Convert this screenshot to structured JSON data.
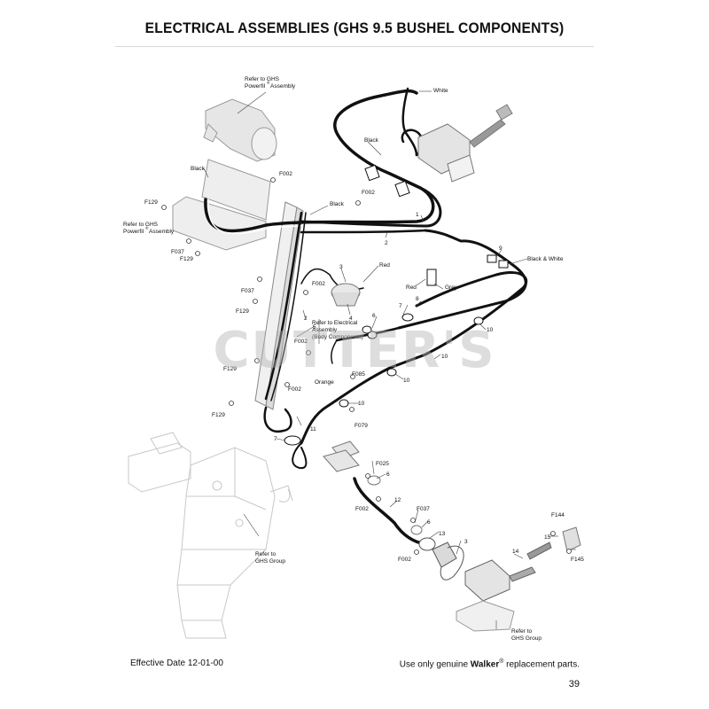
{
  "page": {
    "title": "ELECTRICAL ASSEMBLIES (GHS 9.5 BUSHEL COMPONENTS)",
    "effective_date": "Effective Date 12-01-00",
    "notice_prefix": "Use only genuine ",
    "notice_brand": "Walker",
    "notice_mark": "®",
    "notice_suffix": " replacement parts.",
    "page_number": "39",
    "watermark": "CUTTER'S"
  },
  "diagram": {
    "refer_powerfil_top_1": "Refer to GHS",
    "refer_powerfil_top_2": "Powerfil",
    "refer_powerfil_top_3": "Assembly",
    "refer_powerfil_left_1": "Refer to GHS",
    "refer_powerfil_left_2": "Powerfil",
    "refer_powerfil_left_3": "Assembly",
    "refer_electrical_1": "Refer to Electrical",
    "refer_electrical_2": "Assembly",
    "refer_electrical_3": "(Body Components)",
    "refer_ghs_group_left_1": "Refer to",
    "refer_ghs_group_left_2": "GHS Group",
    "refer_ghs_group_right_1": "Refer to",
    "refer_ghs_group_right_2": "GHS Group",
    "wire_white": "White",
    "wire_black_1": "Black",
    "wire_black_2": "Black",
    "wire_black_3": "Black",
    "wire_red": "Red",
    "wire_red_2": "Red",
    "wire_grey": "Grey",
    "wire_black_white": "Black & White",
    "wire_orange": "Orange",
    "reg_mark": "®",
    "callouts": [
      "F002",
      "F002",
      "F129",
      "F037",
      "F129",
      "F037",
      "F129",
      "F002",
      "F129",
      "F002",
      "F129",
      "F085",
      "F079",
      "F025",
      "F002",
      "F037",
      "F002",
      "F144",
      "F145",
      "F002"
    ],
    "numbers": [
      "1",
      "2",
      "2",
      "3",
      "4",
      "5",
      "6",
      "7",
      "8",
      "9",
      "10",
      "10",
      "10",
      "10",
      "11",
      "7",
      "6",
      "12",
      "6",
      "13",
      "3",
      "14",
      "15"
    ]
  }
}
